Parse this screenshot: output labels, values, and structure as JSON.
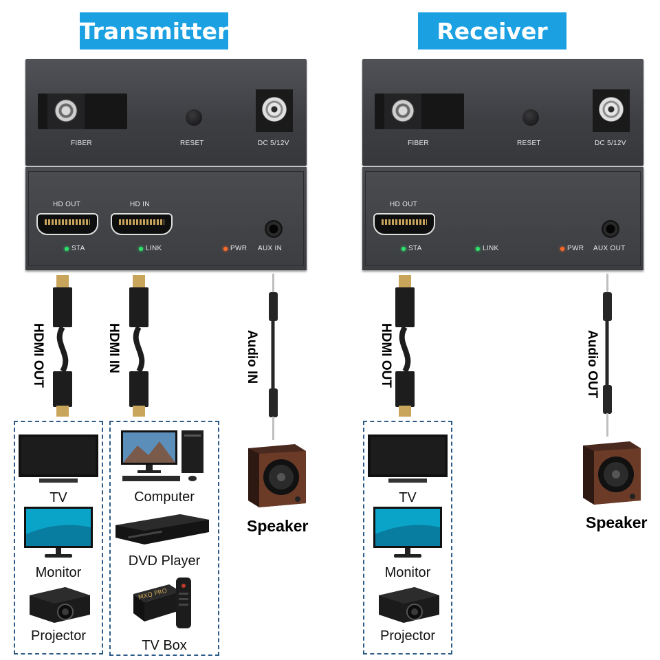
{
  "colors": {
    "badge": "#1ba0e2",
    "device": "#3c3e42",
    "accent_green": "#2ee26b",
    "accent_red": "#ff6a2a",
    "dashed": "#2b5b86"
  },
  "transmitter": {
    "title": "Transmitter",
    "top": {
      "fiber": "FIBER",
      "reset": "RESET",
      "dc": "DC 5/12V"
    },
    "bottom": {
      "hd_out": "HD OUT",
      "hd_in": "HD IN",
      "sta": "STA",
      "link": "LINK",
      "pwr": "PWR",
      "aux": "AUX IN"
    },
    "cables": {
      "hdmi_out": "HDMI OUT",
      "hdmi_in": "HDMI IN",
      "audio": "Audio IN"
    },
    "out_devices": [
      "TV",
      "Monitor",
      "Projector"
    ],
    "in_devices": [
      "Computer",
      "DVD Player",
      "TV Box"
    ],
    "speaker": "Speaker"
  },
  "receiver": {
    "title": "Receiver",
    "top": {
      "fiber": "FIBER",
      "reset": "RESET",
      "dc": "DC 5/12V"
    },
    "bottom": {
      "hd_out": "HD OUT",
      "sta": "STA",
      "link": "LINK",
      "pwr": "PWR",
      "aux": "AUX OUT"
    },
    "cables": {
      "hdmi_out": "HDMI OUT",
      "audio": "Audio OUT"
    },
    "out_devices": [
      "TV",
      "Monitor",
      "Projector"
    ],
    "speaker": "Speaker"
  },
  "icons": [
    "tv-icon",
    "monitor-icon",
    "projector-icon",
    "computer-icon",
    "dvd-player-icon",
    "tv-box-icon",
    "speaker-icon",
    "hdmi-cable-icon",
    "audio-cable-icon"
  ]
}
